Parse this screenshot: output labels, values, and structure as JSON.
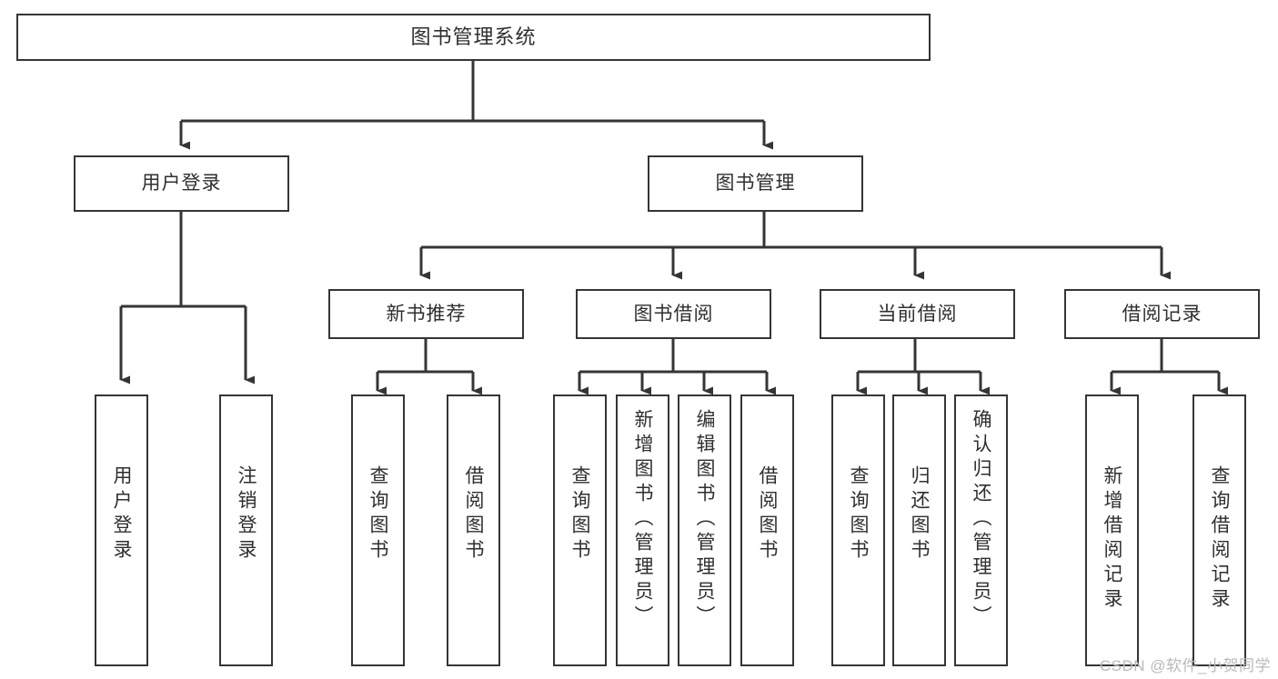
{
  "diagram": {
    "type": "tree",
    "title": "图书管理系统",
    "style": {
      "border_color": "#353535",
      "fill_color": "#ffffff",
      "text_color": "#2f2f2f",
      "background": "#ffffff",
      "watermark_color": "#b9b9b9"
    },
    "root": {
      "label": "图书管理系统"
    },
    "level1": [
      {
        "label": "用户登录"
      },
      {
        "label": "图书管理"
      }
    ],
    "level2": [
      {
        "label": "新书推荐"
      },
      {
        "label": "图书借阅"
      },
      {
        "label": "当前借阅"
      },
      {
        "label": "借阅记录"
      }
    ],
    "leaves": {
      "user_login": [
        {
          "label": "用户登录"
        },
        {
          "label": "注销登录"
        }
      ],
      "new_book_recommend": [
        {
          "label": "查询图书"
        },
        {
          "label": "借阅图书"
        }
      ],
      "book_borrow": [
        {
          "label": "查询图书"
        },
        {
          "label": "新增图书（管理员）"
        },
        {
          "label": "编辑图书（管理员）"
        },
        {
          "label": "借阅图书"
        }
      ],
      "current_borrow": [
        {
          "label": "查询图书"
        },
        {
          "label": "归还图书"
        },
        {
          "label": "确认归还（管理员）"
        }
      ],
      "borrow_record": [
        {
          "label": "新增借阅记录"
        },
        {
          "label": "查询借阅记录"
        }
      ]
    }
  },
  "watermark": {
    "text": "CSDN @软件_小贺同学"
  }
}
